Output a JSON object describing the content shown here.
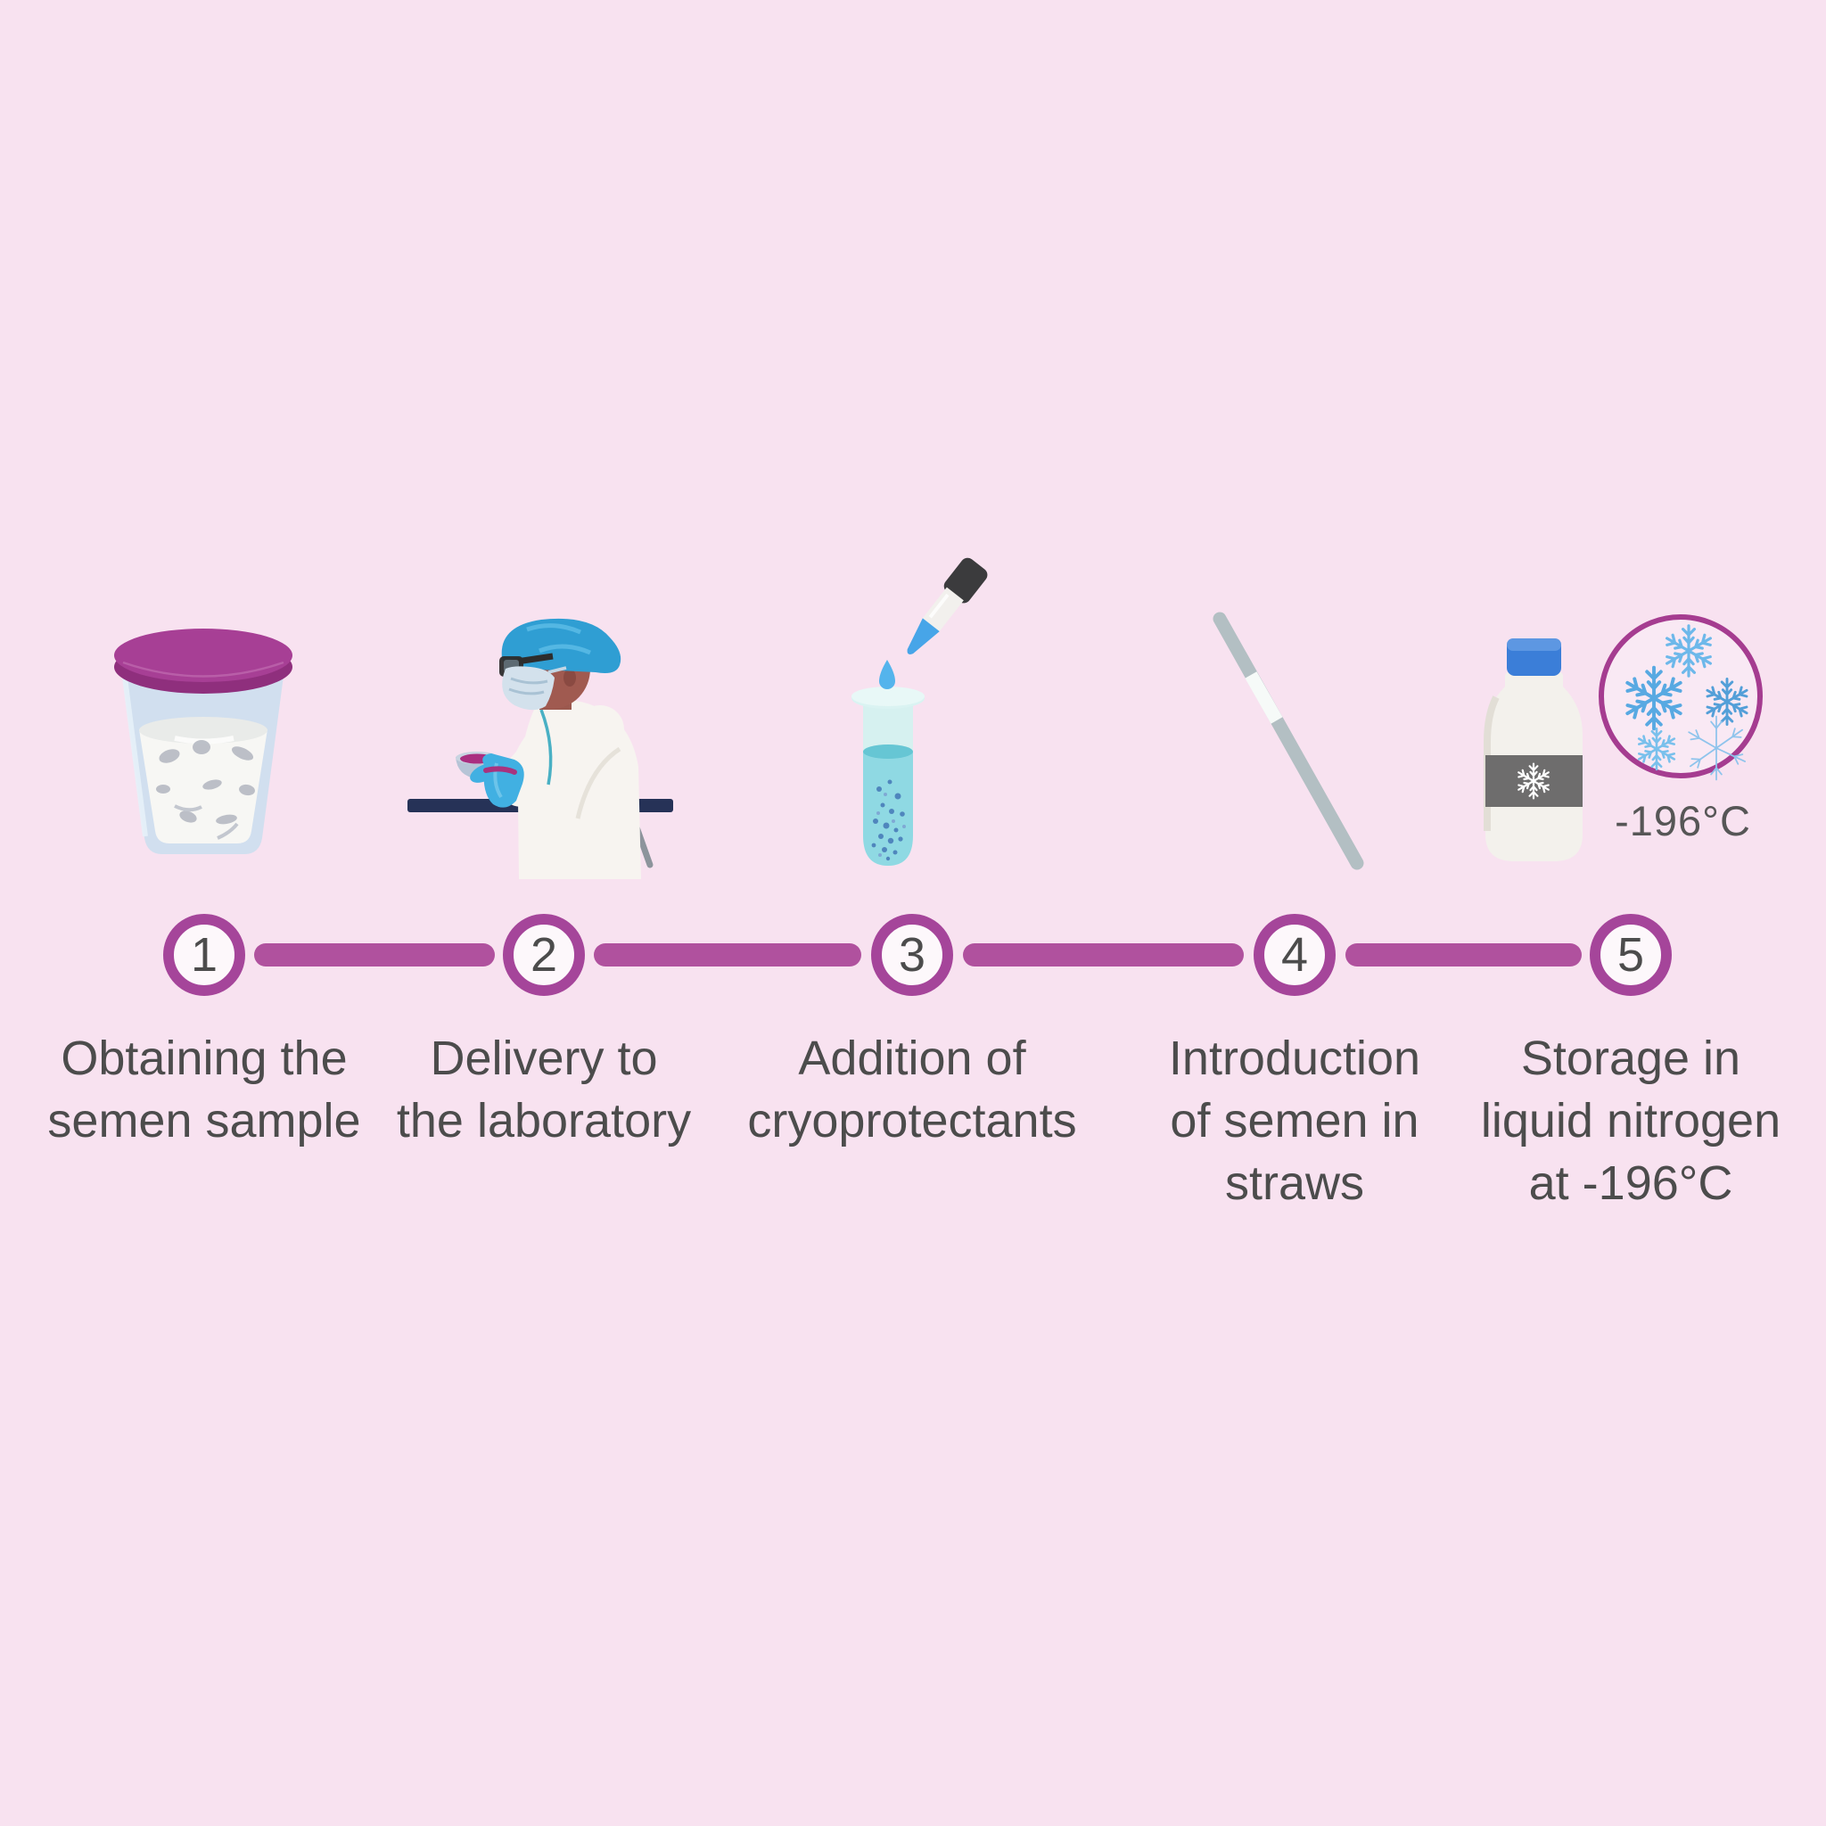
{
  "steps": [
    {
      "number": "1",
      "lines": [
        "Obtaining the",
        "semen sample"
      ],
      "icon": "specimen-cup"
    },
    {
      "number": "2",
      "lines": [
        "Delivery to",
        "the laboratory"
      ],
      "icon": "lab-technician"
    },
    {
      "number": "3",
      "lines": [
        "Addition of",
        "cryoprotectants"
      ],
      "icon": "dropper-and-test-tube"
    },
    {
      "number": "4",
      "lines": [
        "Introduction",
        "of semen in",
        "straws"
      ],
      "icon": "semen-straw"
    },
    {
      "number": "5",
      "lines": [
        "Storage in",
        "liquid nitrogen",
        "at -196°C"
      ],
      "icon": "nitrogen-bottle-and-snowflakes"
    }
  ],
  "storage_detail": {
    "temperature": "-196°C"
  },
  "colors": {
    "background": "#f8e2f0",
    "timeline": "#b0519e",
    "circle_border": "#a5459a",
    "circle_fill": "#fdf8fb",
    "text": "#4c4c4c"
  }
}
